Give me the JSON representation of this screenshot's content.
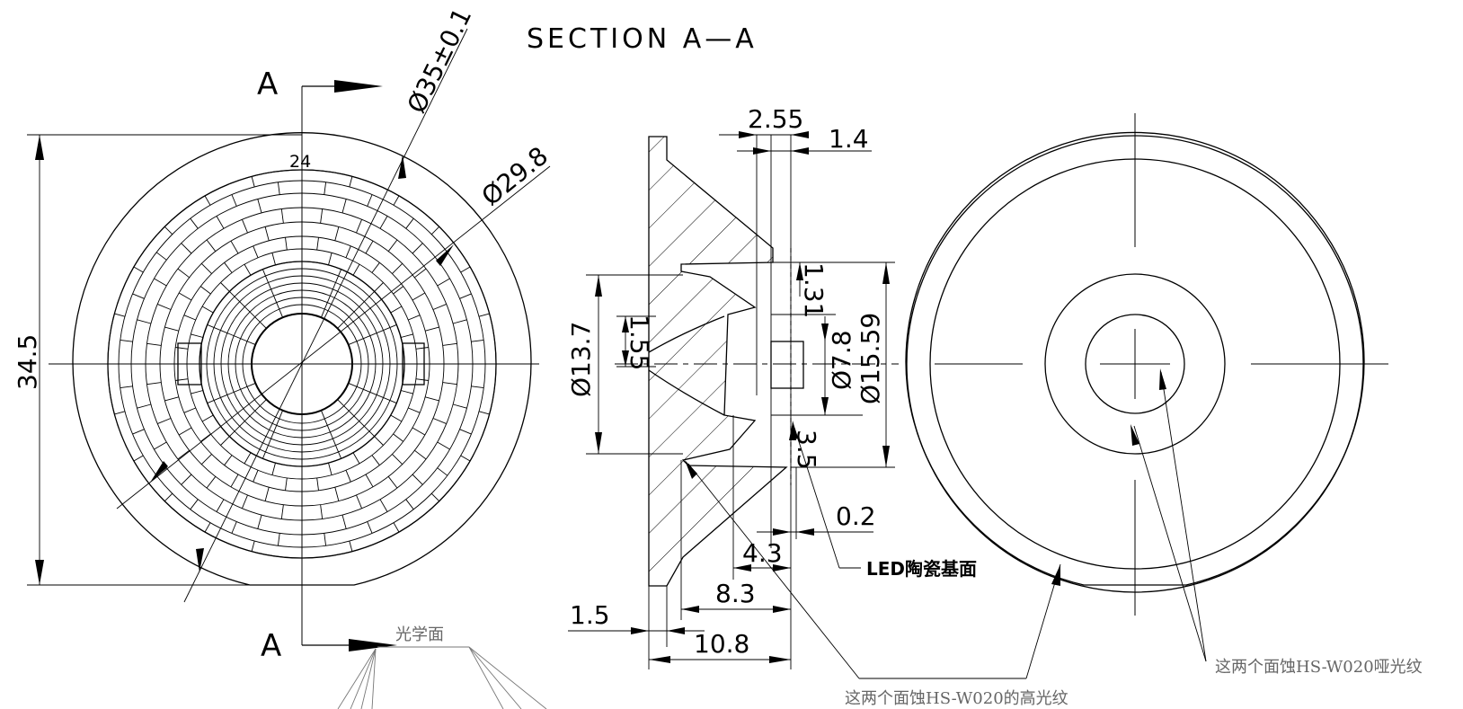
{
  "title": "SECTION A—A",
  "section_marks": {
    "top": "A",
    "bottom": "A"
  },
  "front_view": {
    "height_dim": "34.5",
    "outer_dia": "Ø35±0.1",
    "inner_dia": "Ø29.8",
    "facet_count": "24"
  },
  "section_view": {
    "dim_2_55": "2.55",
    "dim_1_4": "1.4",
    "dim_1_31": "1.31",
    "dim_1_55": "1.55",
    "dim_13_7": "Ø13.7",
    "dim_7_8": "Ø7.8",
    "dim_15_59": "Ø15.59",
    "dim_3_5": "3.5",
    "dim_0_2": "0.2",
    "dim_4_3": "4.3",
    "dim_8_3": "8.3",
    "dim_1_5": "1.5",
    "dim_10_8": "10.8"
  },
  "notes": {
    "optical_face": "光学面",
    "led_base": "LED陶瓷基面",
    "glossy": "这两个面蚀HS-W020的高光纹",
    "matte": "这两个面蚀HS-W020哑光纹"
  }
}
